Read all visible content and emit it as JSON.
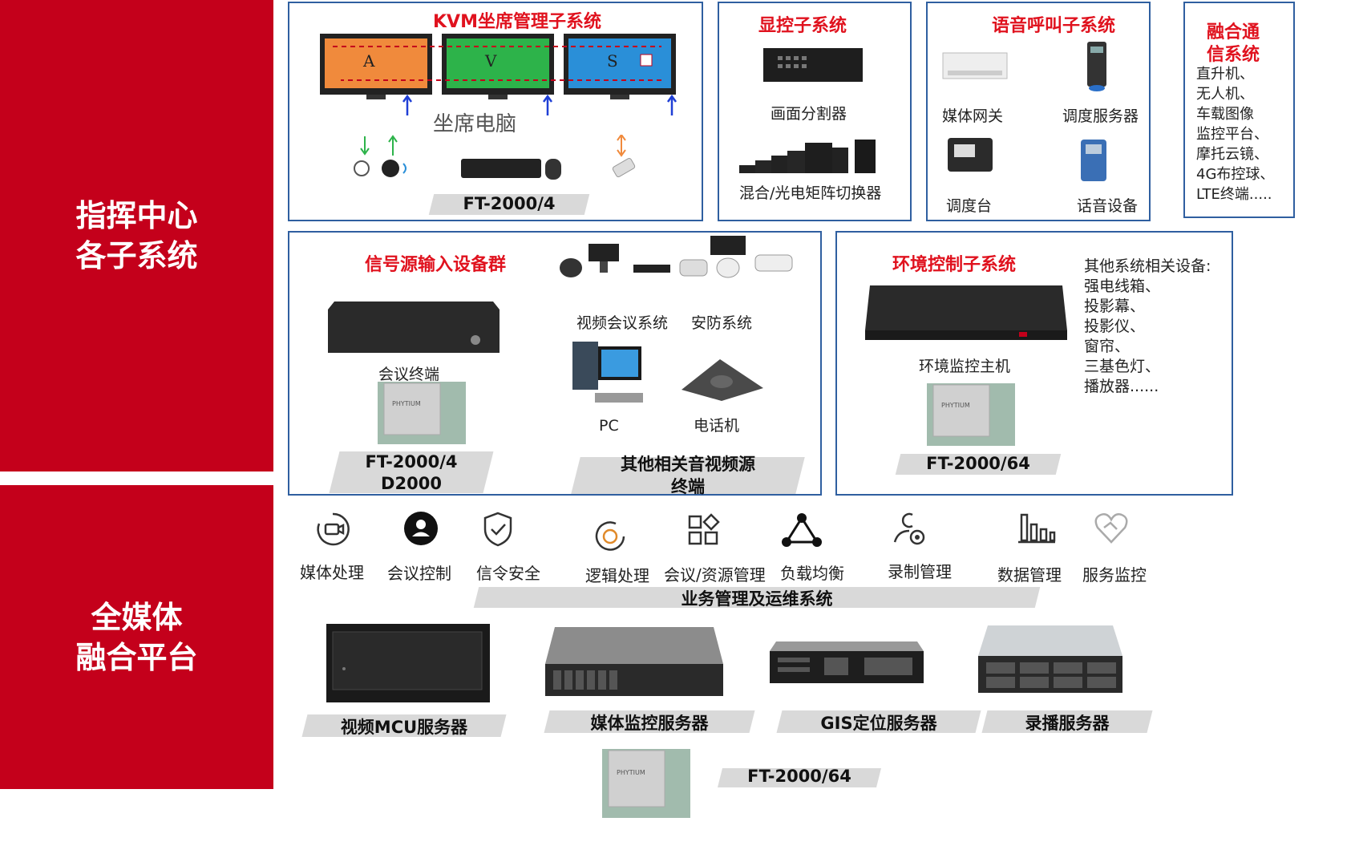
{
  "sidebar": {
    "top": [
      "指挥中心",
      "各子系统"
    ],
    "bottom": [
      "全媒体",
      "融合平台"
    ]
  },
  "kvm": {
    "title": "KVM坐席管理子系统",
    "screens": [
      "A",
      "V",
      "S"
    ],
    "seat_label": "坐席电脑",
    "chip_label": "FT-2000/4"
  },
  "display": {
    "title": "显控子系统",
    "splitter": "画面分割器",
    "matrix": "混合/光电矩阵切换器"
  },
  "voice": {
    "title": "语音呼叫子系统",
    "media_gw": "媒体网关",
    "dispatch_server": "调度服务器",
    "dispatch_console": "调度台",
    "voice_device": "话音设备"
  },
  "fusion": {
    "title_lines": [
      "融合通",
      "信系统"
    ],
    "items": [
      "直升机、",
      "无人机、",
      "车载图像",
      "监控平台、",
      "摩托云镜、",
      "4G布控球、",
      "LTE终端....."
    ]
  },
  "signal": {
    "title": "信号源输入设备群",
    "conf_terminal": "会议终端",
    "video_conf": "视频会议系统",
    "security": "安防系统",
    "pc": "PC",
    "phone": "电话机",
    "chip_lines": [
      "FT-2000/4",
      "D2000"
    ],
    "other_lines": [
      "其他相关音视频源",
      "终端"
    ]
  },
  "env": {
    "title": "环境控制子系统",
    "host": "环境监控主机",
    "chip_label": "FT-2000/64",
    "other_title": "其他系统相关设备:",
    "other_items": [
      "强电线箱、",
      "投影幕、",
      "投影仪、",
      "窗帘、",
      "三基色灯、",
      "播放器......"
    ]
  },
  "services": {
    "items": [
      {
        "label": "媒体处理",
        "icon": "media-process-icon"
      },
      {
        "label": "会议控制",
        "icon": "conference-control-icon"
      },
      {
        "label": "信令安全",
        "icon": "shield-check-icon"
      },
      {
        "label": "逻辑处理",
        "icon": "logic-cycle-icon"
      },
      {
        "label": "会议/资源管理",
        "icon": "grid-apps-icon"
      },
      {
        "label": "负载均衡",
        "icon": "triangle-nodes-icon"
      },
      {
        "label": "录制管理",
        "icon": "user-record-icon"
      },
      {
        "label": "数据管理",
        "icon": "bar-data-icon"
      },
      {
        "label": "服务监控",
        "icon": "heart-handshake-icon"
      }
    ],
    "banner": "业务管理及运维系统"
  },
  "servers": {
    "mcu": "视频MCU服务器",
    "media_monitor": "媒体监控服务器",
    "gis": "GIS定位服务器",
    "recording": "录播服务器",
    "chip_label": "FT-2000/64"
  },
  "colors": {
    "brand_red": "#c4001b",
    "title_red": "#e0121e",
    "border_blue": "#2f5fa0",
    "plate_gray": "#d9d9d9"
  }
}
